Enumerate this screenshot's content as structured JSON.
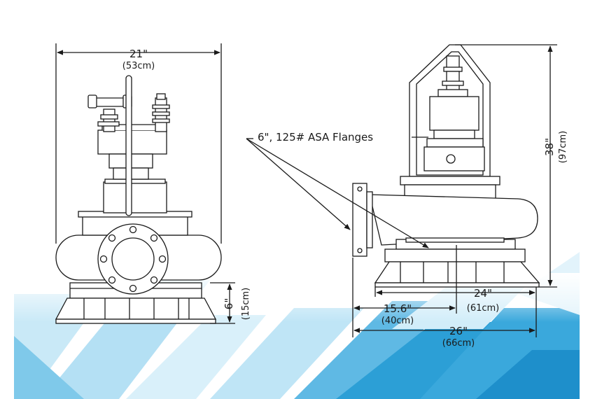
{
  "colors": {
    "line": "#1a1a1a",
    "fill": "#ffffff",
    "bg_light": "#e6f4fb",
    "bg_mid": "#a9daf0",
    "bg_dark": "#2c9fd6"
  },
  "front_view": {
    "width_label": "21\"",
    "width_metric": "(53cm)",
    "base_height_label": "6\"",
    "base_height_metric": "(15cm)"
  },
  "side_view": {
    "flange_callout": "6\", 125# ASA Flanges",
    "height_label": "38\"",
    "height_metric": "(97cm)",
    "dim_a_label": "15.6\"",
    "dim_a_metric": "(40cm)",
    "dim_b_label": "24\"",
    "dim_b_metric": "(61cm)",
    "dim_c_label": "26\"",
    "dim_c_metric": "(66cm)"
  }
}
